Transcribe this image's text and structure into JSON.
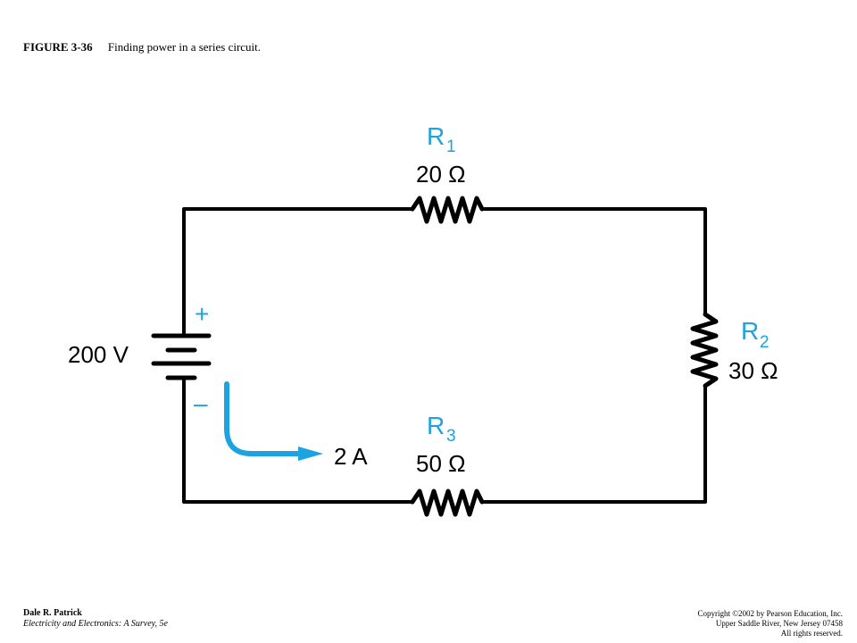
{
  "caption": {
    "figure_number": "FIGURE 3-36",
    "title": "Finding power in a series circuit."
  },
  "diagram": {
    "source": {
      "voltage": "200 V",
      "plus": "+",
      "minus": "–"
    },
    "current": {
      "value": "2 A"
    },
    "resistors": [
      {
        "letter": "R",
        "sub": "1",
        "value": "20 Ω"
      },
      {
        "letter": "R",
        "sub": "2",
        "value": "30 Ω"
      },
      {
        "letter": "R",
        "sub": "3",
        "value": "50 Ω"
      }
    ],
    "colors": {
      "wire": "#000000",
      "accent": "#1ca3e0"
    }
  },
  "footer": {
    "author": "Dale R. Patrick",
    "book": "Electricity and Electronics:  A Survey, 5e",
    "copyright": "Copyright ©2002 by Pearson Education, Inc.",
    "address": "Upper Saddle River, New Jersey 07458",
    "rights": "All rights reserved."
  }
}
